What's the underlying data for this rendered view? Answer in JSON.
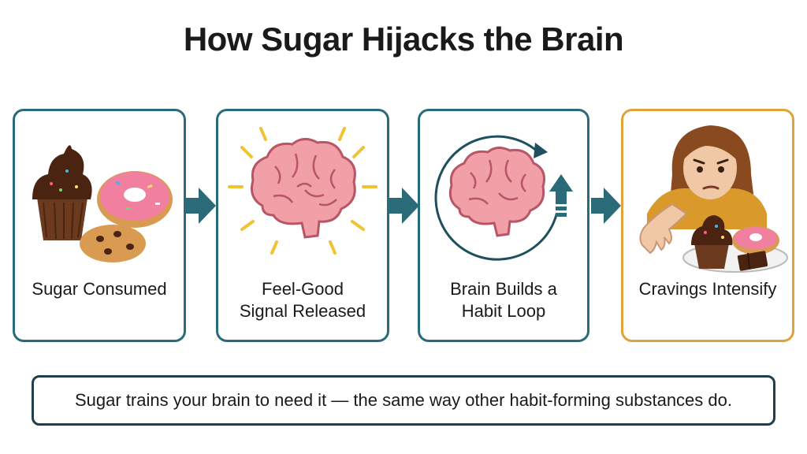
{
  "title": "How Sugar Hijacks the Brain",
  "steps": [
    {
      "label": "Sugar Consumed",
      "icon": "cupcake-donut-cookie-icon"
    },
    {
      "label": "Feel-Good\nSignal Released",
      "icon": "glowing-brain-icon"
    },
    {
      "label": "Brain Builds a\nHabit Loop",
      "icon": "brain-loop-icon"
    },
    {
      "label": "Cravings Intensify",
      "icon": "craving-person-icon"
    }
  ],
  "banner": "Sugar trains your brain to need it — the same way other habit-forming substances do.",
  "colors": {
    "card_border": "#2b6a78",
    "accent_border": "#e0a23a",
    "arrow": "#2b6a78",
    "brain": "#f2a0a8"
  }
}
